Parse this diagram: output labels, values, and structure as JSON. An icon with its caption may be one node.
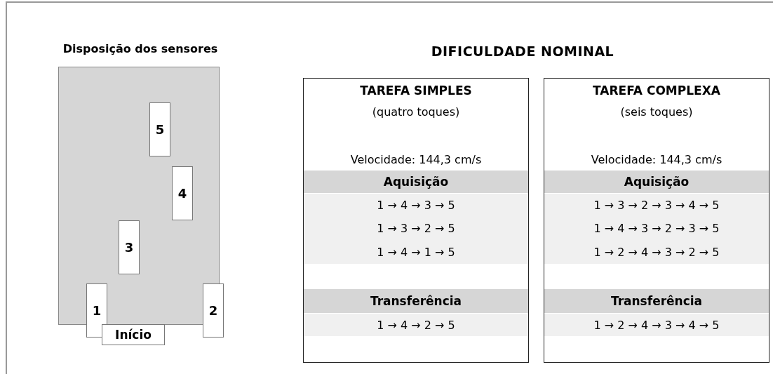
{
  "diagram": {
    "title": "DIFICULDADE NOMINAL",
    "nodes": [
      {
        "text": [
          "Disposição dos sensores"
        ]
      },
      {
        "text": [
          "5"
        ],
        "in": 0
      },
      {
        "text": [
          "4"
        ],
        "in": 0
      },
      {
        "text": [
          "3"
        ],
        "in": 0
      },
      {
        "text": [
          "1"
        ],
        "in": 0
      },
      {
        "text": [
          "2"
        ],
        "in": 0
      },
      {
        "text": [
          "Início"
        ]
      },
      {
        "text": [
          "TAREFA SIMPLES",
          "(quatro toques)",
          "Velocidade: 144,3 cm/s",
          "Aquisição",
          "1 → 4 → 3 → 5",
          "1 → 3 → 2 → 5",
          "1 → 4 → 1 → 5",
          "Transferência",
          "1 → 4 → 2 → 5"
        ]
      },
      {
        "text": [
          "TAREFA COMPLEXA",
          "(seis toques)",
          "Velocidade: 144,3 cm/s",
          "Aquisição",
          "1 → 3 → 2 → 3 → 4 → 5",
          "1 → 4 → 3 → 2 → 3 → 5",
          "1 → 2 → 4 → 3 → 2 → 5",
          "Transferência",
          "1 → 2 → 4 → 3 → 4 → 5"
        ]
      }
    ]
  }
}
